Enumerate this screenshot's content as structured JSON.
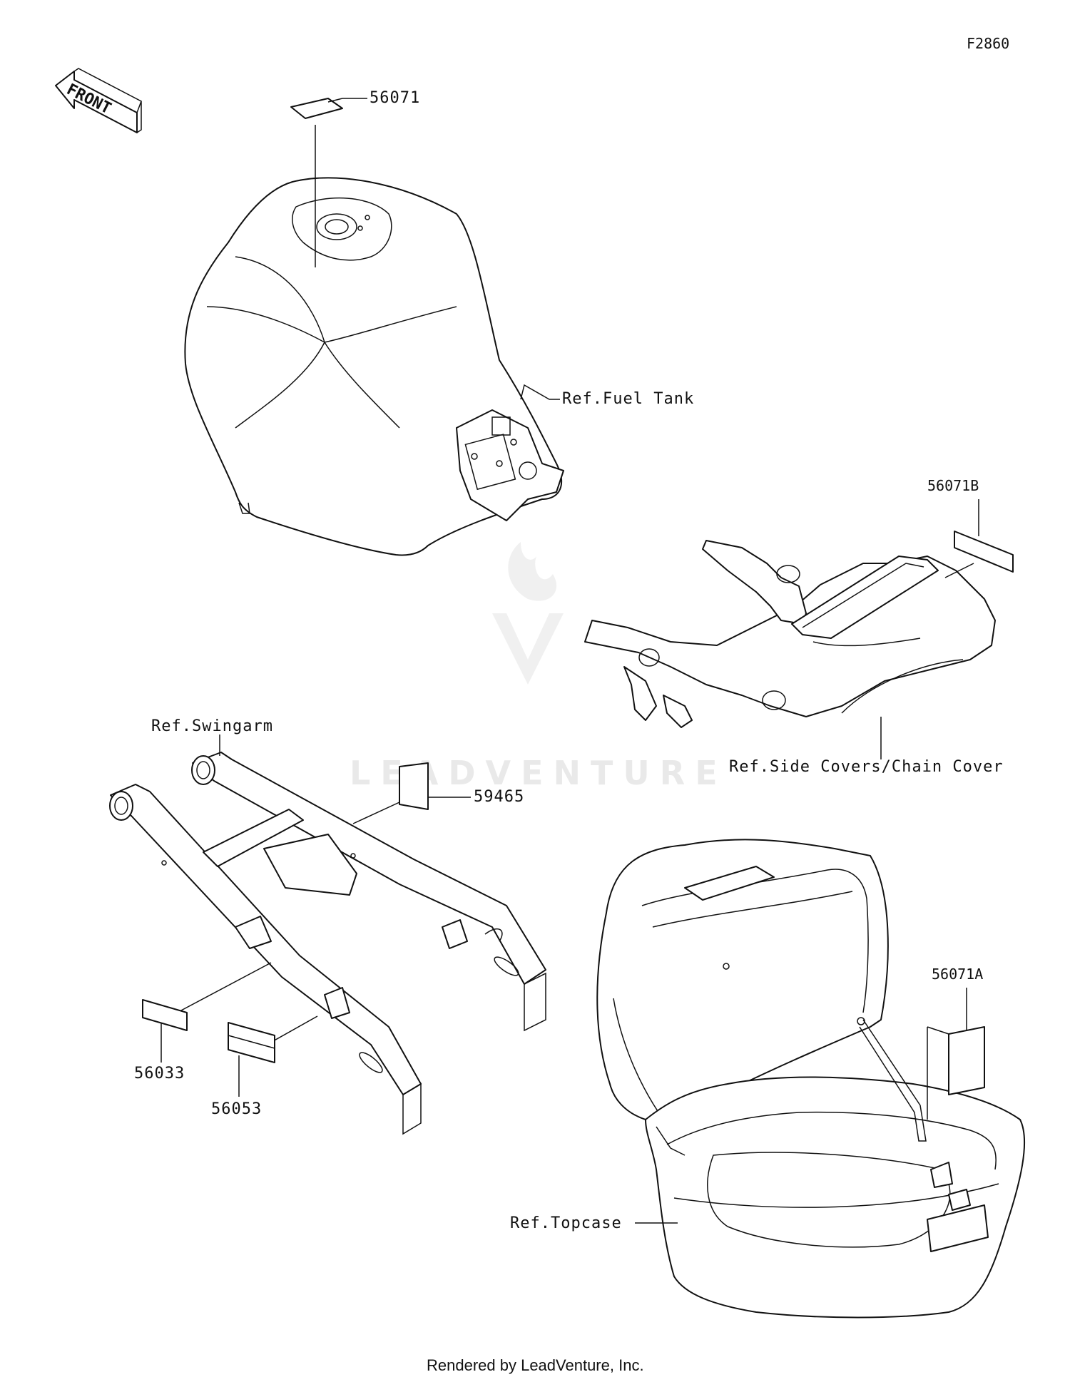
{
  "diagram_code": "F2860",
  "front_label": "FRONT",
  "watermark": "LEADVENTURE",
  "footer": "Rendered by LeadVenture, Inc.",
  "callouts": {
    "p56071": "56071",
    "p56071B": "56071B",
    "p59465": "59465",
    "p56071A": "56071A",
    "p56033": "56033",
    "p56053": "56053"
  },
  "references": {
    "fuel_tank": "Ref.Fuel Tank",
    "swingarm": "Ref.Swingarm",
    "side_covers": "Ref.Side Covers/Chain Cover",
    "topcase": "Ref.Topcase"
  }
}
